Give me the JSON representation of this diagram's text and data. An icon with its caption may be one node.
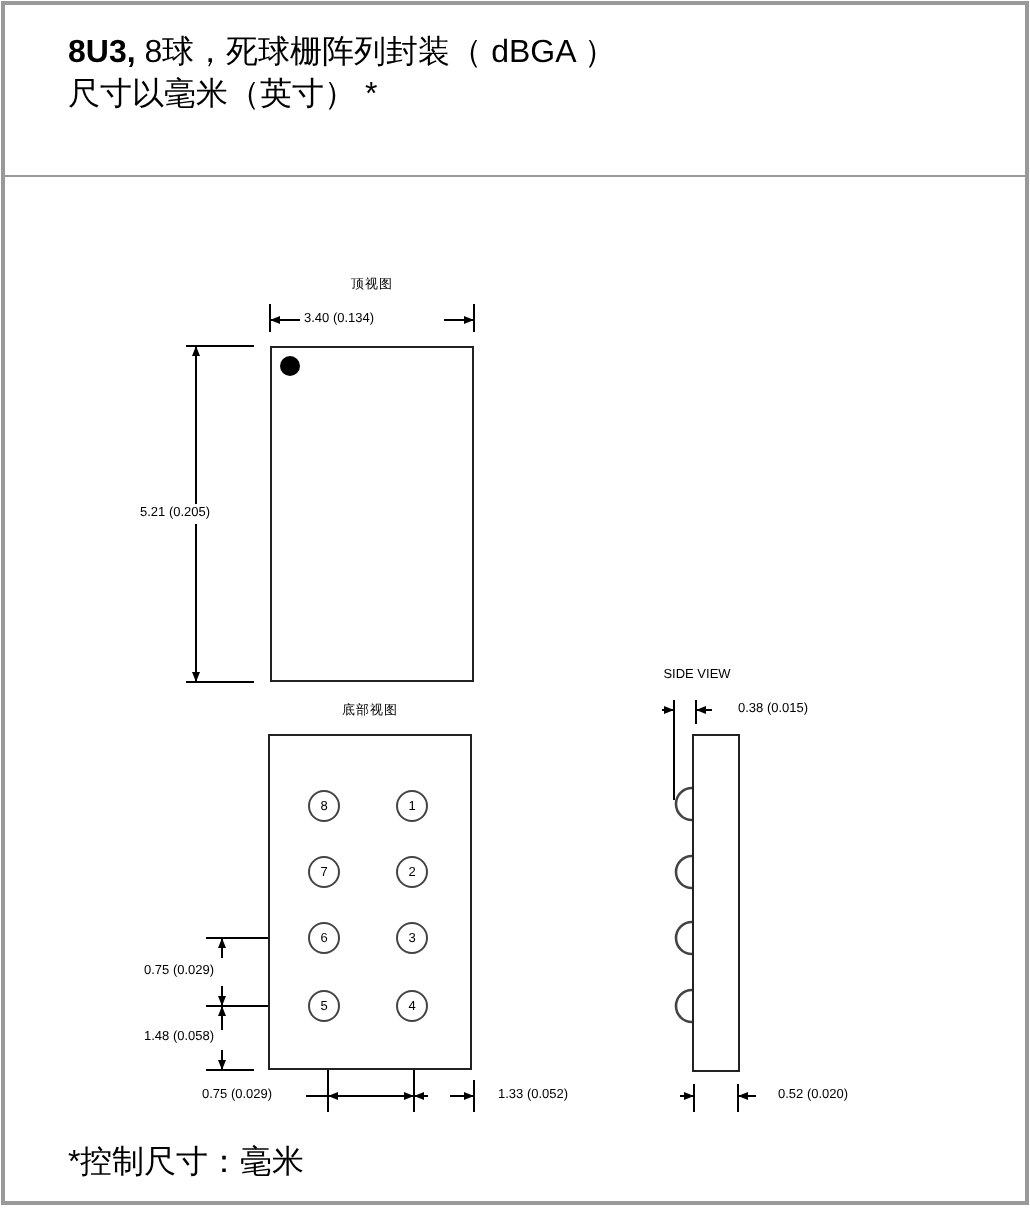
{
  "diagram": {
    "title": "**8U3,** 8球，死球栅阵列封装（ dBGA ）",
    "caption": "*控制尺寸：毫米",
    "nodes": [
      {
        "text": [
          "顶视图"
        ]
      },
      {
        "text": [
          "底部视图"
        ]
      },
      {
        "text": [
          "8"
        ],
        "in": 1
      },
      {
        "text": [
          "1"
        ],
        "in": 1
      },
      {
        "text": [
          "7"
        ],
        "in": 1
      },
      {
        "text": [
          "2"
        ],
        "in": 1
      },
      {
        "text": [
          "6"
        ],
        "in": 1
      },
      {
        "text": [
          "3"
        ],
        "in": 1
      },
      {
        "text": [
          "5"
        ],
        "in": 1
      },
      {
        "text": [
          "4"
        ],
        "in": 1
      },
      {
        "text": [
          "SIDE VIEW"
        ]
      }
    ],
    "edges": [],
    "labels": [
      "尺寸以毫米（英寸） *",
      "3.40 (0.134)",
      "5.21 (0.205)",
      "0.38 (0.015)",
      "0.75 (0.029)",
      "1.48 (0.058)",
      "0.75 (0.029)",
      "1.33 (0.052)",
      "0.52 (0.020)"
    ]
  }
}
